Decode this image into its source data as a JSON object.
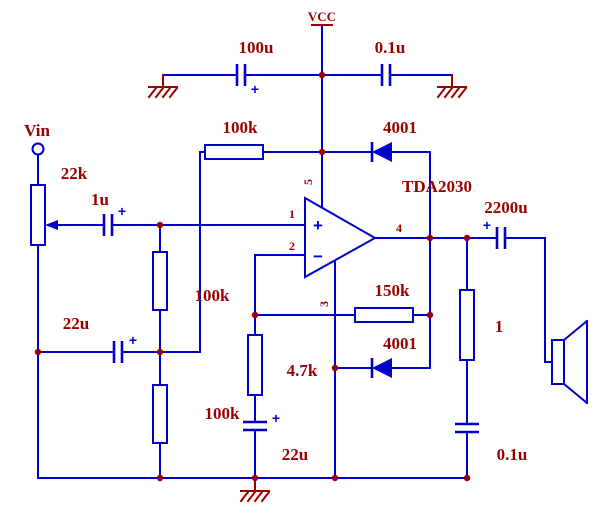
{
  "colors": {
    "wire": "#0000cd",
    "annotation": "#990000",
    "background": "#ffffff"
  },
  "power": {
    "vcc_label": "VCC"
  },
  "input": {
    "vin_label": "Vin"
  },
  "opamp": {
    "part_label": "TDA2030",
    "plus_input": "+",
    "minus_input": "−",
    "pins": {
      "noninv": "1",
      "inv": "2",
      "gnd": "3",
      "out": "4",
      "vs": "5"
    }
  },
  "components": {
    "cap_supply_bulk": "100u",
    "cap_supply_hf": "0.1u",
    "res_vcc_bias": "100k",
    "diode_vcc": "4001",
    "pot_input": "22k",
    "cap_input": "1u",
    "res_bias_upper": "100k",
    "cap_bias": "22u",
    "res_bias_lower": "100k",
    "res_feedback": "150k",
    "res_gain": "4.7k",
    "cap_gain": "22u",
    "diode_out": "4001",
    "cap_output": "2200u",
    "res_zobel": "1",
    "cap_zobel": "0.1u"
  },
  "marks": {
    "polarity_plus": "+"
  }
}
